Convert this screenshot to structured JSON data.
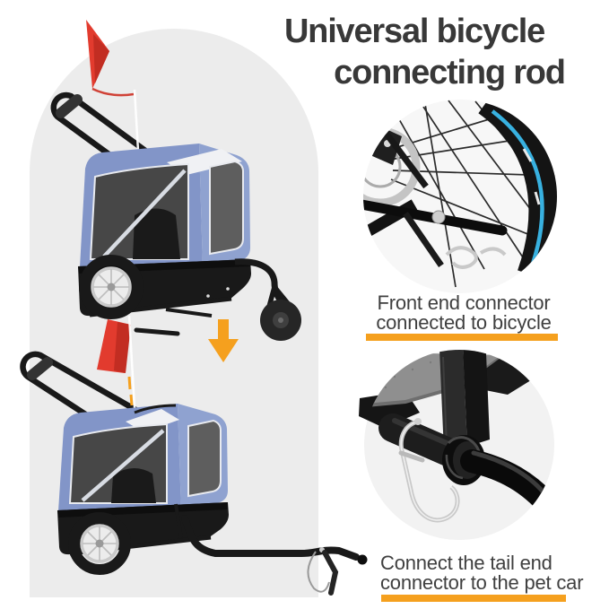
{
  "title": {
    "line1": "Universal bicycle",
    "line2": "connecting rod"
  },
  "captions": {
    "front": {
      "line1": "Front end connector",
      "line2": "connected to bicycle"
    },
    "tail": {
      "line1": "Connect the tail end",
      "line2": "connector to the pet car"
    }
  },
  "photos": {
    "stroller": "pet-trailer-stroller-mode-photo",
    "trailer": "pet-trailer-trailer-mode-photo",
    "front_connector": "bicycle-rear-wheel-connector-photo",
    "tail_connector": "hitch-coupler-safety-pin-photo"
  },
  "arrow": {
    "name": "down-arrow",
    "direction": "down"
  },
  "colors": {
    "accent": "#F5A01E",
    "ink": "#383838",
    "text": "#3F3F3F",
    "arch": "#ECECEC",
    "cabin_blue": "#8295C8",
    "cabin_front": "#8FA2D0",
    "roof_white": "#F0F1F4",
    "mesh_dark": "#474747",
    "mesh_front": "#5E5E5E",
    "trim_white": "#E8EAEF",
    "frame_black": "#191919",
    "flag_red": "#E23B2E",
    "flag_red_dark": "#C22D22",
    "silver": "#C9C9C9",
    "tire_blue": "#38B1E0",
    "photo_bg_top": "#F7F7F7",
    "photo_bg_bottom": "#F2F2F2"
  }
}
